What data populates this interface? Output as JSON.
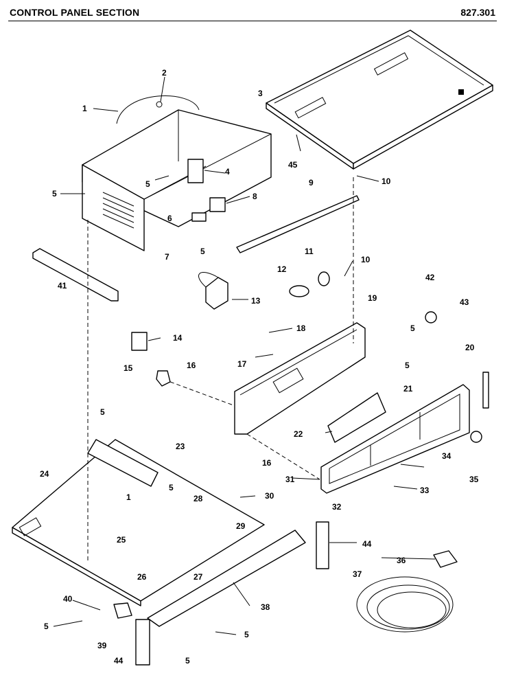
{
  "header": {
    "title": "CONTROL PANEL SECTION",
    "code": "827.301"
  },
  "callouts": [
    "1",
    "2",
    "3",
    "4",
    "5",
    "5",
    "5",
    "5",
    "5",
    "5",
    "5",
    "5",
    "5",
    "6",
    "7",
    "8",
    "9",
    "10",
    "10",
    "11",
    "12",
    "13",
    "14",
    "15",
    "16",
    "16",
    "17",
    "18",
    "19",
    "20",
    "21",
    "22",
    "23",
    "24",
    "25",
    "26",
    "27",
    "28",
    "29",
    "30",
    "31",
    "32",
    "33",
    "34",
    "35",
    "36",
    "37",
    "38",
    "39",
    "40",
    "41",
    "42",
    "43",
    "44",
    "44",
    "45",
    "1",
    "5"
  ]
}
